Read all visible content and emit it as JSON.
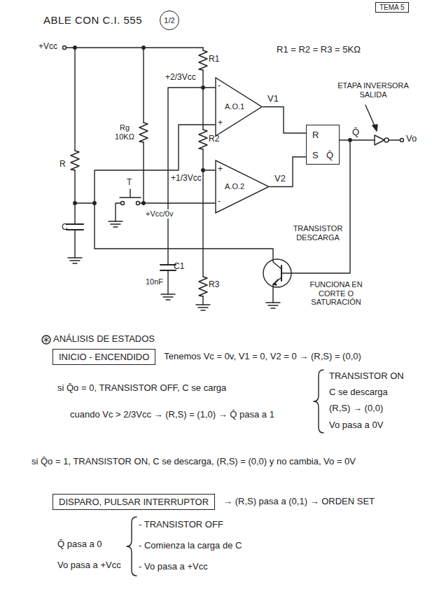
{
  "diagram": {
    "title": "ABLE CON C.I. 555",
    "nodes": [
      {
        "text": [
          "1/2"
        ]
      },
      {
        "text": [
          "TEMA 5"
        ]
      },
      {
        "text": [
          "A.O.1"
        ]
      },
      {
        "text": [
          "A.O.2"
        ]
      },
      {
        "text": [
          "R",
          "S",
          "Q̄"
        ]
      },
      {
        "text": [
          "INICIO - ENCENDIDO"
        ]
      },
      {
        "text": [
          "DISPARO, PULSAR INTERRUPTOR"
        ]
      }
    ],
    "edges": [
      {
        "from": 2,
        "to": 4,
        "arrow": "none",
        "label": "V1"
      },
      {
        "from": 3,
        "to": 4,
        "arrow": "none",
        "label": "V2"
      }
    ],
    "labels": [
      "+Vcc",
      "R1",
      "R1 = R2 = R3 = 5KΩ",
      "+2/3Vcc",
      "-",
      "+",
      "ETAPA INVERSORA SALIDA",
      "Q̄",
      "Vo",
      "Rg 10KΩ",
      "R2",
      "R",
      "+1/3Vcc",
      "+",
      "-",
      "T",
      "+Vcc/0v",
      "C",
      "TRANSISTOR DESCARGA",
      "C1",
      "10nF",
      "R3",
      "FUNCIONA EN CORTE O SATURACIÓN",
      "ANÁLISIS DE ESTADOS",
      "Tenemos Vc = 0v, V1 = 0, V2 = 0 → (R,S) = (0,0)",
      "si Q̄o = 0, TRANSISTOR OFF, C se carga",
      "cuando Vc > 2/3Vcc → (R,S) = (1,0) → Q̄ pasa a 1",
      "TRANSISTOR ON",
      "C se descarga",
      "(R,S) → (0,0)",
      "Vo pasa a 0V",
      "si Q̄o = 1, TRANSISTOR ON, C se descarga, (R,S) = (0,0) y no cambia, Vo = 0V",
      "→ (R,S) pasa a (0,1) → ORDEN SET",
      "Q̄ pasa a 0",
      "Vo pasa a +Vcc",
      "- TRANSISTOR OFF",
      "- Comienza la carga de C",
      "- Vo pasa a +Vcc"
    ]
  }
}
